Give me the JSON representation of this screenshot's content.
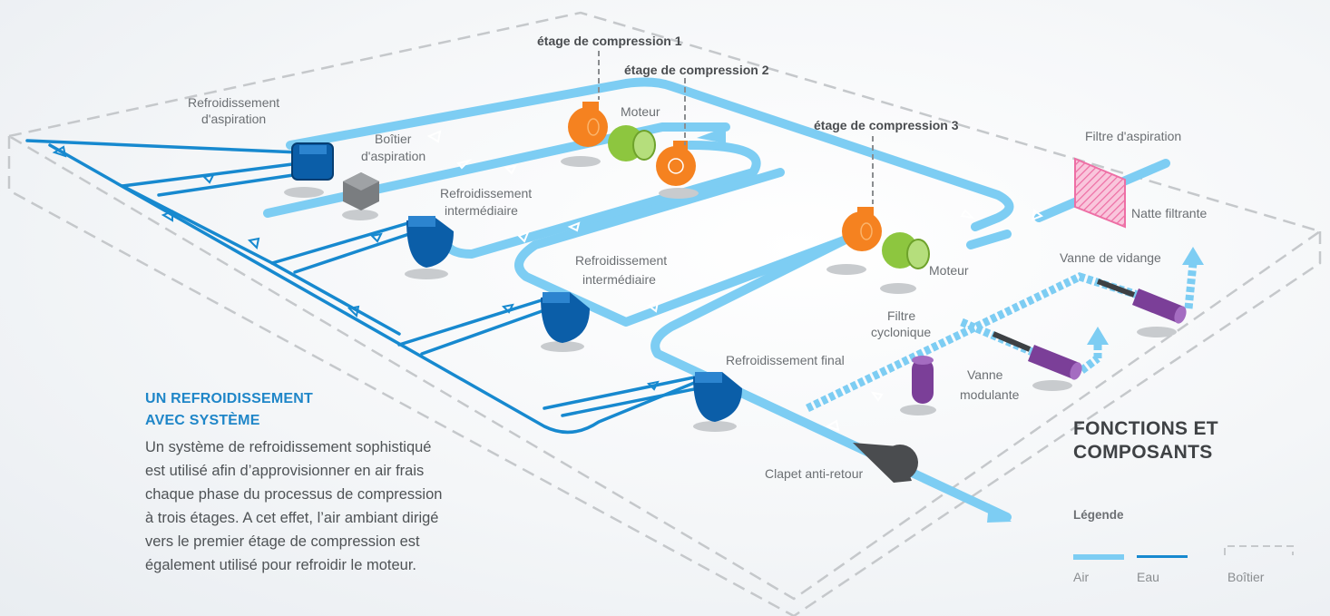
{
  "labels": {
    "stage1": "étage de compression 1",
    "stage2": "étage de compression 2",
    "stage3": "étage de compression 3",
    "refroid_asp_1": "Refroidissement",
    "refroid_asp_2": "d'aspiration",
    "boitier_1": "Boîtier",
    "boitier_2": "d'aspiration",
    "moteur1": "Moteur",
    "moteur2": "Moteur",
    "refroid_int1_1": "Refroidissement",
    "refroid_int1_2": "intermédiaire",
    "refroid_int2_1": "Refroidissement",
    "refroid_int2_2": "intermédiaire",
    "refroid_final": "Refroidissement final",
    "filtre_asp": "Filtre d'aspiration",
    "natte": "Natte filtrante",
    "vanne_vidange": "Vanne de vidange",
    "filtre_cyc_1": "Filtre",
    "filtre_cyc_2": "cyclonique",
    "vanne_mod_1": "Vanne",
    "vanne_mod_2": "modulante",
    "clapet": "Clapet anti-retour"
  },
  "intro": {
    "title_line1": "UN REFROIDISSEMENT",
    "title_line2": "AVEC SYSTÈME",
    "text": "Un système de refroidissement sophistiqué est utilisé afin d’approvisionner en air frais chaque phase du processus de compression à trois étages. A cet effet, l’air ambiant dirigé vers le premier étage de compression est également utilisé pour refroidir le moteur."
  },
  "section": {
    "title_line1": "FONCTIONS ET",
    "title_line2": "COMPOSANTS"
  },
  "legend": {
    "title": "Légende",
    "air": "Air",
    "water": "Eau",
    "housing": "Boîtier"
  },
  "colors": {
    "air": "#7dcdf3",
    "water": "#1789cf",
    "housing": "#c5c8cb",
    "compressor": "#f58220",
    "motor": "#8dc63f",
    "cooler": "#0b5ea8",
    "valve": "#7b3f98",
    "filter": "#f49ac1",
    "title": "#1f86c8"
  }
}
